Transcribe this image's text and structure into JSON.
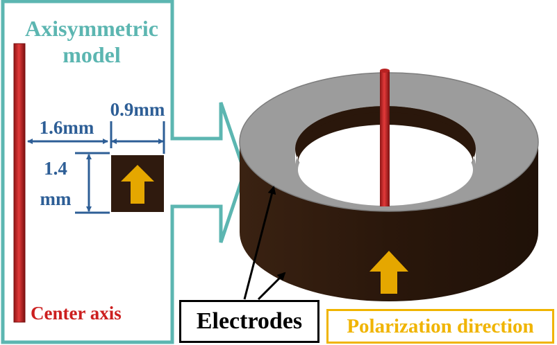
{
  "colors": {
    "teal": "#5cb6b1",
    "axis_red": "#d42a2a",
    "axis_red_dark": "#8e1515",
    "dimension_blue": "#2d5e96",
    "ring_brown": "#2f1a0e",
    "ring_top_gray": "#9c9c9c",
    "arrow_orange": "#e5a700",
    "polarization_text": "#f0b400",
    "center_axis_text": "#cc1f1f"
  },
  "model_title": {
    "line1": "Axisymmetric",
    "line2": "model"
  },
  "dimensions": {
    "radius_label": "1.6mm",
    "width_label": "0.9mm",
    "height_label_line1": "1.4",
    "height_label_line2": "mm"
  },
  "center_axis_label": "Center axis",
  "electrodes_label": "Electrodes",
  "polarization_label": "Polarization direction"
}
